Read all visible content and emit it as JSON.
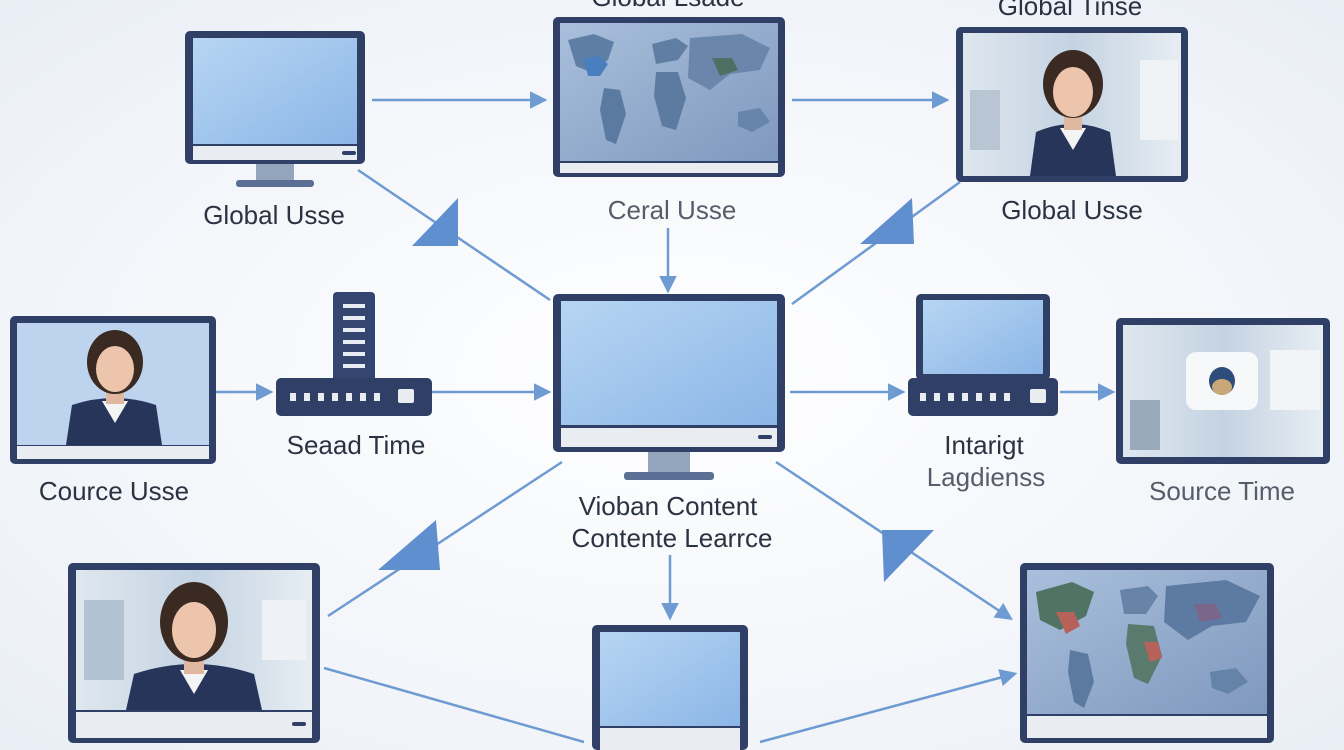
{
  "colors": {
    "frame": "#2f3f66",
    "screen": "#9fc4ec",
    "arrow": "#6e9bd1",
    "bezel": "#e9edf2",
    "text": "#2b3242"
  },
  "labels": {
    "top_center_title": "Global Lsade",
    "top_right_title": "Global Tinse",
    "top_left": "Global Usse",
    "top_center": "Ceral Usse",
    "top_right": "Global Usse",
    "mid_router": "Seaad Time",
    "left_mid": "Cource Usse",
    "center_line1": "Vioban Content",
    "center_line2": "Contente Learrce",
    "right_router_line1": "Intarigt",
    "right_router_line2": "Lagdienss",
    "right_mid": "Source Time"
  },
  "icons": [
    "monitor-icon",
    "world-map-icon",
    "presenter-icon",
    "router-icon",
    "laptop-icon",
    "webcam-icon",
    "arrow-icon"
  ]
}
